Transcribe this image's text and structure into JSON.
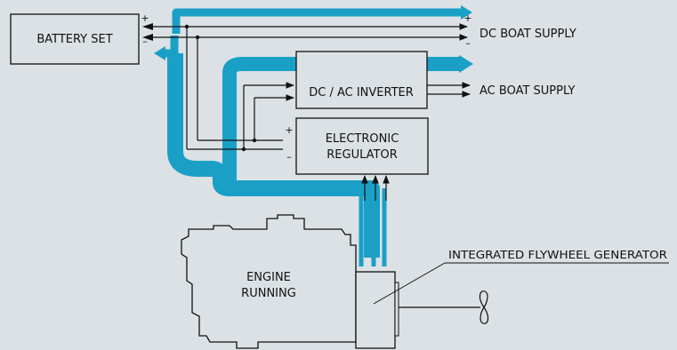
{
  "colors": {
    "background": "#dbe1e4",
    "power_flow": "#1aa0c6",
    "box_fill": "#dbe1e4",
    "line": "#111111"
  },
  "blocks": {
    "battery_set": "BATTERY SET",
    "dc_ac_inverter": "DC / AC INVERTER",
    "electronic_regulator_line1": "ELECTRONIC",
    "electronic_regulator_line2": "REGULATOR",
    "engine_line1": "ENGINE",
    "engine_line2": "RUNNING"
  },
  "outputs": {
    "dc_boat_supply": "DC BOAT SUPPLY",
    "ac_boat_supply": "AC BOAT SUPPLY"
  },
  "callouts": {
    "integrated_flywheel_generator": "INTEGRATED FLYWHEEL GENERATOR"
  },
  "polarity": {
    "plus": "+",
    "minus": "–"
  },
  "icons": [
    "arrow-icon",
    "propeller-icon"
  ]
}
